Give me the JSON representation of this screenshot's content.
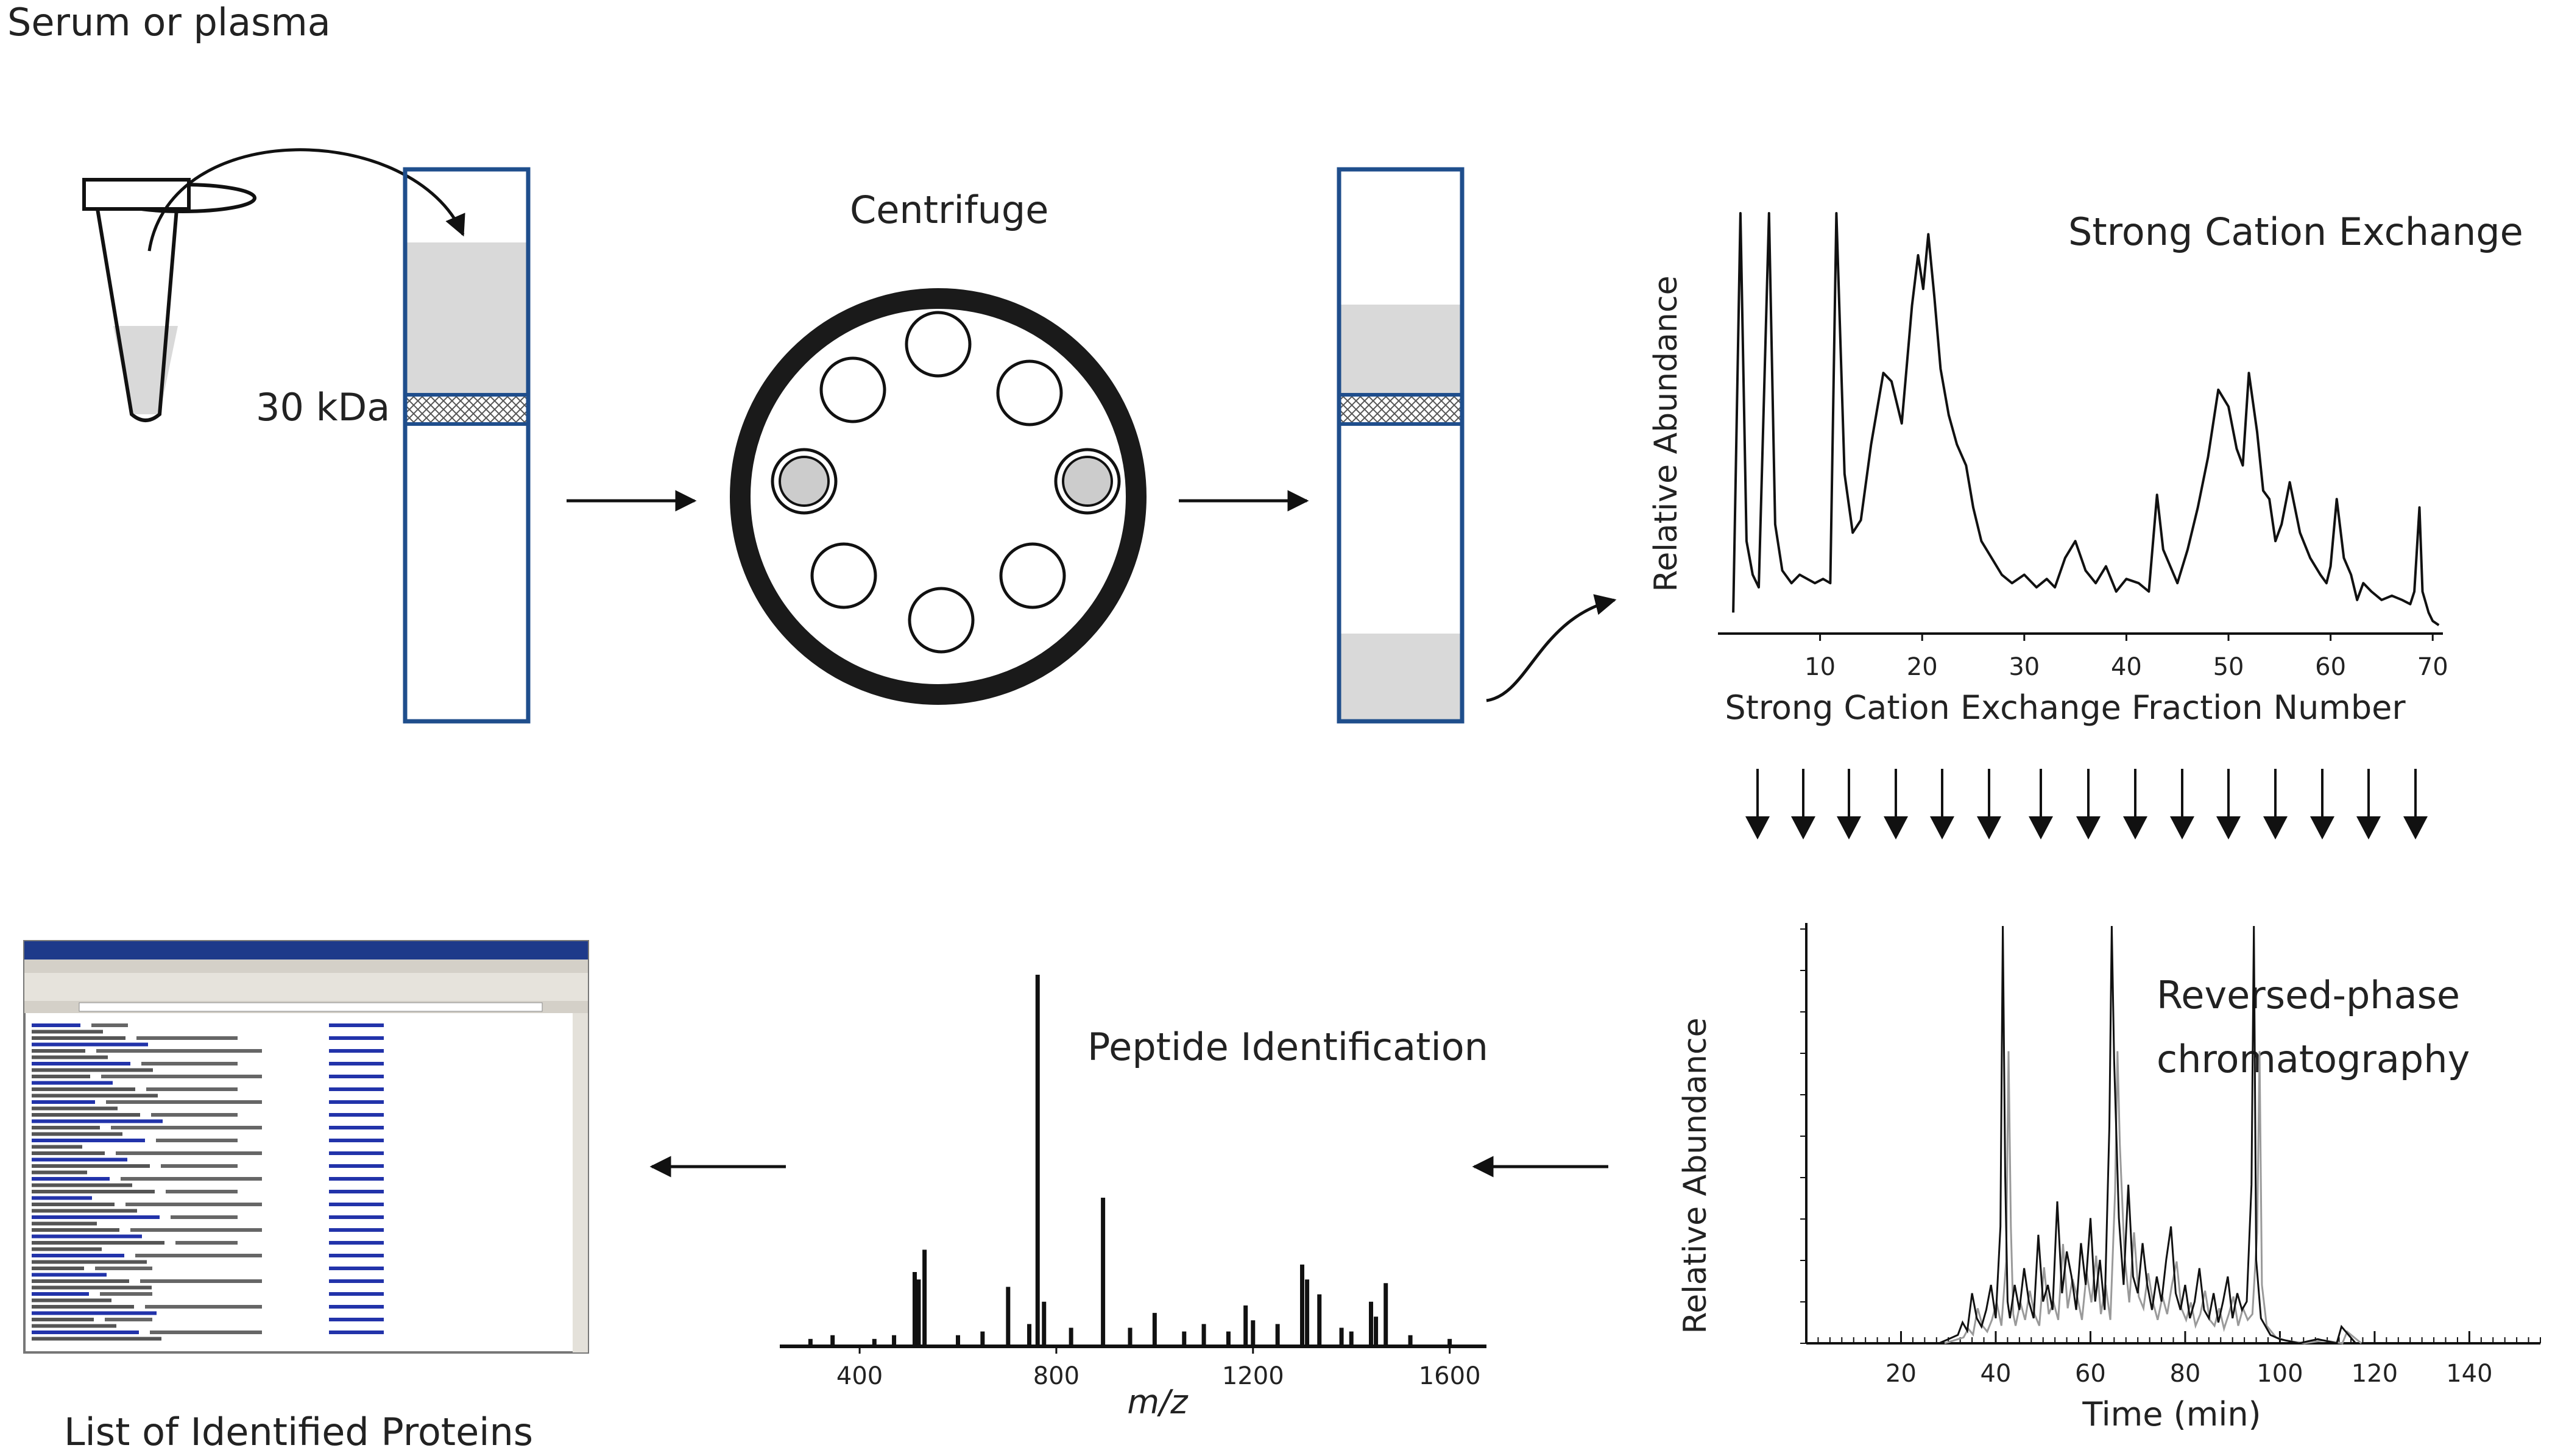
{
  "labels": {
    "sample": "Serum or plasma",
    "filter_cutoff": "30 kDa",
    "centrifuge": "Centrifuge",
    "scx_title": "Strong Cation Exchange",
    "rp_title_line1": "Reversed-phase",
    "rp_title_line2": "chromatography",
    "peptide_id": "Peptide Identification",
    "protein_list": "List of Identified Proteins"
  },
  "colors": {
    "tube_blue": "#1f4e8c",
    "fill_gray": "#d9d9d9",
    "line": "#111111",
    "link_blue": "#2233aa"
  },
  "chart_data": [
    {
      "type": "line",
      "name": "scx",
      "title": "Strong Cation Exchange",
      "xlabel": "Strong Cation Exchange Fraction Number",
      "ylabel": "Relative Abundance",
      "xlim": [
        0,
        71
      ],
      "ylim": [
        0,
        100
      ],
      "xticks": [
        10,
        20,
        30,
        40,
        50,
        60,
        70
      ],
      "grid": false,
      "series": [
        {
          "x": [
            1.5,
            2.2,
            2.8,
            3.4,
            4.0,
            5.0,
            5.6,
            6.3,
            7.2,
            8.0,
            9.5,
            10.3,
            11.0,
            11.6,
            12.4,
            13.2,
            14.0,
            15.0,
            16.2,
            17.0,
            18.0,
            19.0,
            19.6,
            20.1,
            20.6,
            21.2,
            21.8,
            22.6,
            23.4,
            24.3,
            25.0,
            25.8,
            26.8,
            27.8,
            28.8,
            30.0,
            31.2,
            32.2,
            33.0,
            34.0,
            35.0,
            36.0,
            37.0,
            38.0,
            39.0,
            40.0,
            41.2,
            42.2,
            43.0,
            43.6,
            44.3,
            45.0,
            46.0,
            47.0,
            48.0,
            49.0,
            50.0,
            50.8,
            51.4,
            52.0,
            52.8,
            53.4,
            54.0,
            54.6,
            55.2,
            56.0,
            57.0,
            58.0,
            59.0,
            59.6,
            60.0,
            60.6,
            61.3,
            62.0,
            62.6,
            63.2,
            64.0,
            65.0,
            66.0,
            67.0,
            67.8,
            68.2,
            68.7,
            69.0,
            69.6,
            70.0,
            70.6
          ],
          "y": [
            5,
            100,
            22,
            14,
            11,
            100,
            26,
            15,
            12,
            14,
            12,
            13,
            12,
            100,
            38,
            24,
            27,
            45,
            62,
            60,
            50,
            78,
            90,
            82,
            95,
            80,
            63,
            52,
            45,
            40,
            30,
            22,
            18,
            14,
            12,
            14,
            11,
            13,
            11,
            18,
            22,
            15,
            12,
            16,
            10,
            13,
            12,
            10,
            33,
            20,
            16,
            12,
            20,
            30,
            42,
            58,
            54,
            44,
            40,
            62,
            48,
            34,
            32,
            22,
            26,
            36,
            24,
            18,
            14,
            12,
            16,
            32,
            18,
            14,
            8,
            12,
            10,
            8,
            9,
            8,
            7,
            10,
            30,
            10,
            5,
            3,
            2
          ]
        }
      ]
    },
    {
      "type": "line",
      "name": "rp",
      "title": "",
      "xlabel": "Time (min)",
      "ylabel": "Relative Abundance",
      "xlim": [
        0,
        155
      ],
      "ylim": [
        0,
        100
      ],
      "xticks": [
        20,
        40,
        60,
        80,
        100,
        120,
        140
      ],
      "grid": false,
      "series": [
        {
          "x": [
            28,
            30,
            32,
            33,
            34,
            35,
            36,
            37,
            38,
            39,
            40,
            41,
            41.5,
            42,
            42.5,
            43,
            44,
            45,
            46,
            47,
            48,
            49,
            50,
            51,
            52,
            53,
            54,
            55,
            56,
            57,
            58,
            59,
            60,
            61,
            62,
            63,
            64,
            64.5,
            65,
            66,
            67,
            68,
            69,
            70,
            71,
            72,
            73,
            74,
            75,
            76,
            77,
            78,
            79,
            80,
            81,
            82,
            83,
            84,
            85,
            86,
            87,
            88,
            89,
            90,
            91,
            92,
            93,
            94,
            94.5,
            95,
            96,
            97,
            98,
            100,
            104,
            108,
            112,
            113,
            116
          ],
          "y": [
            0,
            1,
            2,
            5,
            3,
            12,
            6,
            4,
            8,
            14,
            6,
            28,
            100,
            40,
            10,
            6,
            14,
            8,
            18,
            10,
            6,
            26,
            10,
            14,
            8,
            34,
            12,
            22,
            16,
            8,
            24,
            14,
            30,
            10,
            20,
            8,
            52,
            100,
            68,
            30,
            14,
            38,
            16,
            12,
            24,
            14,
            8,
            16,
            10,
            20,
            28,
            12,
            8,
            14,
            6,
            10,
            18,
            8,
            6,
            12,
            5,
            10,
            16,
            6,
            12,
            8,
            10,
            38,
            100,
            20,
            6,
            4,
            2,
            1,
            0,
            1,
            0,
            4,
            0
          ]
        }
      ]
    },
    {
      "type": "bar",
      "name": "ms",
      "title": "",
      "xlabel": "m/z",
      "ylabel": "",
      "xlim": [
        250,
        1650
      ],
      "ylim": [
        0,
        100
      ],
      "xticks": [
        400,
        800,
        1200,
        1600
      ],
      "grid": false,
      "series": [
        {
          "x": [
            300,
            345,
            430,
            470,
            512,
            520,
            532,
            600,
            650,
            702,
            745,
            762,
            775,
            830,
            895,
            950,
            1000,
            1060,
            1100,
            1150,
            1185,
            1200,
            1250,
            1300,
            1310,
            1335,
            1380,
            1400,
            1440,
            1450,
            1470,
            1520,
            1600
          ],
          "y": [
            2,
            3,
            2,
            3,
            20,
            18,
            26,
            3,
            4,
            16,
            6,
            100,
            12,
            5,
            40,
            5,
            9,
            4,
            6,
            4,
            11,
            7,
            6,
            22,
            18,
            14,
            5,
            4,
            12,
            8,
            17,
            3,
            2
          ]
        }
      ]
    }
  ]
}
